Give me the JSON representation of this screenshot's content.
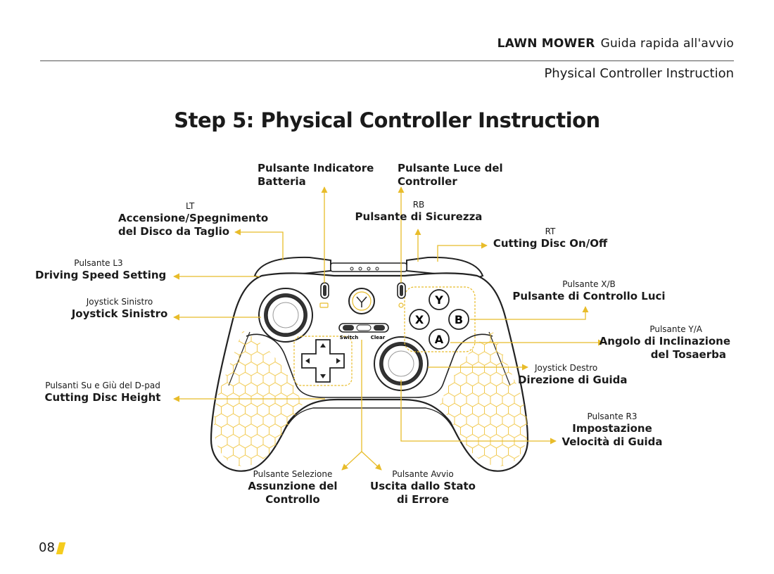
{
  "header": {
    "brand": "LAWN MOWER",
    "guide": "Guida rapida all'avvio",
    "subtitle": "Physical Controller Instruction"
  },
  "title": "Step 5: Physical Controller Instruction",
  "controller": {
    "button_labels": {
      "y": "Y",
      "x": "X",
      "b": "B",
      "a": "A",
      "switch": "Switch",
      "clear": "Clear"
    }
  },
  "callouts": {
    "battery": {
      "line1": "Pulsante Indicatore",
      "line2": "Batteria"
    },
    "light": {
      "line1": "Pulsante Luce del",
      "line2": "Controller"
    },
    "lt": {
      "tag": "LT",
      "line1": "Accensione/Spegnimento",
      "line2": "del Disco da Taglio"
    },
    "rb": {
      "tag": "RB",
      "line1": "Pulsante di Sicurezza"
    },
    "rt": {
      "tag": "RT",
      "line1": "Cutting Disc On/Off"
    },
    "l3": {
      "tag": "Pulsante L3",
      "line1": "Driving Speed Setting"
    },
    "left_stick": {
      "tag": "Joystick Sinistro",
      "line1": "Joystick Sinistro"
    },
    "xb": {
      "tag": "Pulsante X/B",
      "line1": "Pulsante di Controllo Luci"
    },
    "ya": {
      "tag": "Pulsante Y/A",
      "line1": "Angolo di Inclinazione",
      "line2": "del Tosaerba"
    },
    "right_stick": {
      "tag": "Joystick Destro",
      "line1": "Direzione di Guida"
    },
    "dpad": {
      "tag": "Pulsanti Su e Giù del D-pad",
      "line1": "Cutting Disc Height"
    },
    "r3": {
      "tag": "Pulsante R3",
      "line1": "Impostazione",
      "line2": "Velocità di Guida"
    },
    "select": {
      "tag": "Pulsante Selezione",
      "line1": "Assunzione del",
      "line2": "Controllo"
    },
    "start": {
      "tag": "Pulsante Avvio",
      "line1": "Uscita dallo Stato",
      "line2": "di Errore"
    }
  },
  "page_number": "08",
  "colors": {
    "accent": "#f5cc1e",
    "leader": "#e8bc2a",
    "text": "#1a1a1a",
    "rule": "#555555"
  }
}
